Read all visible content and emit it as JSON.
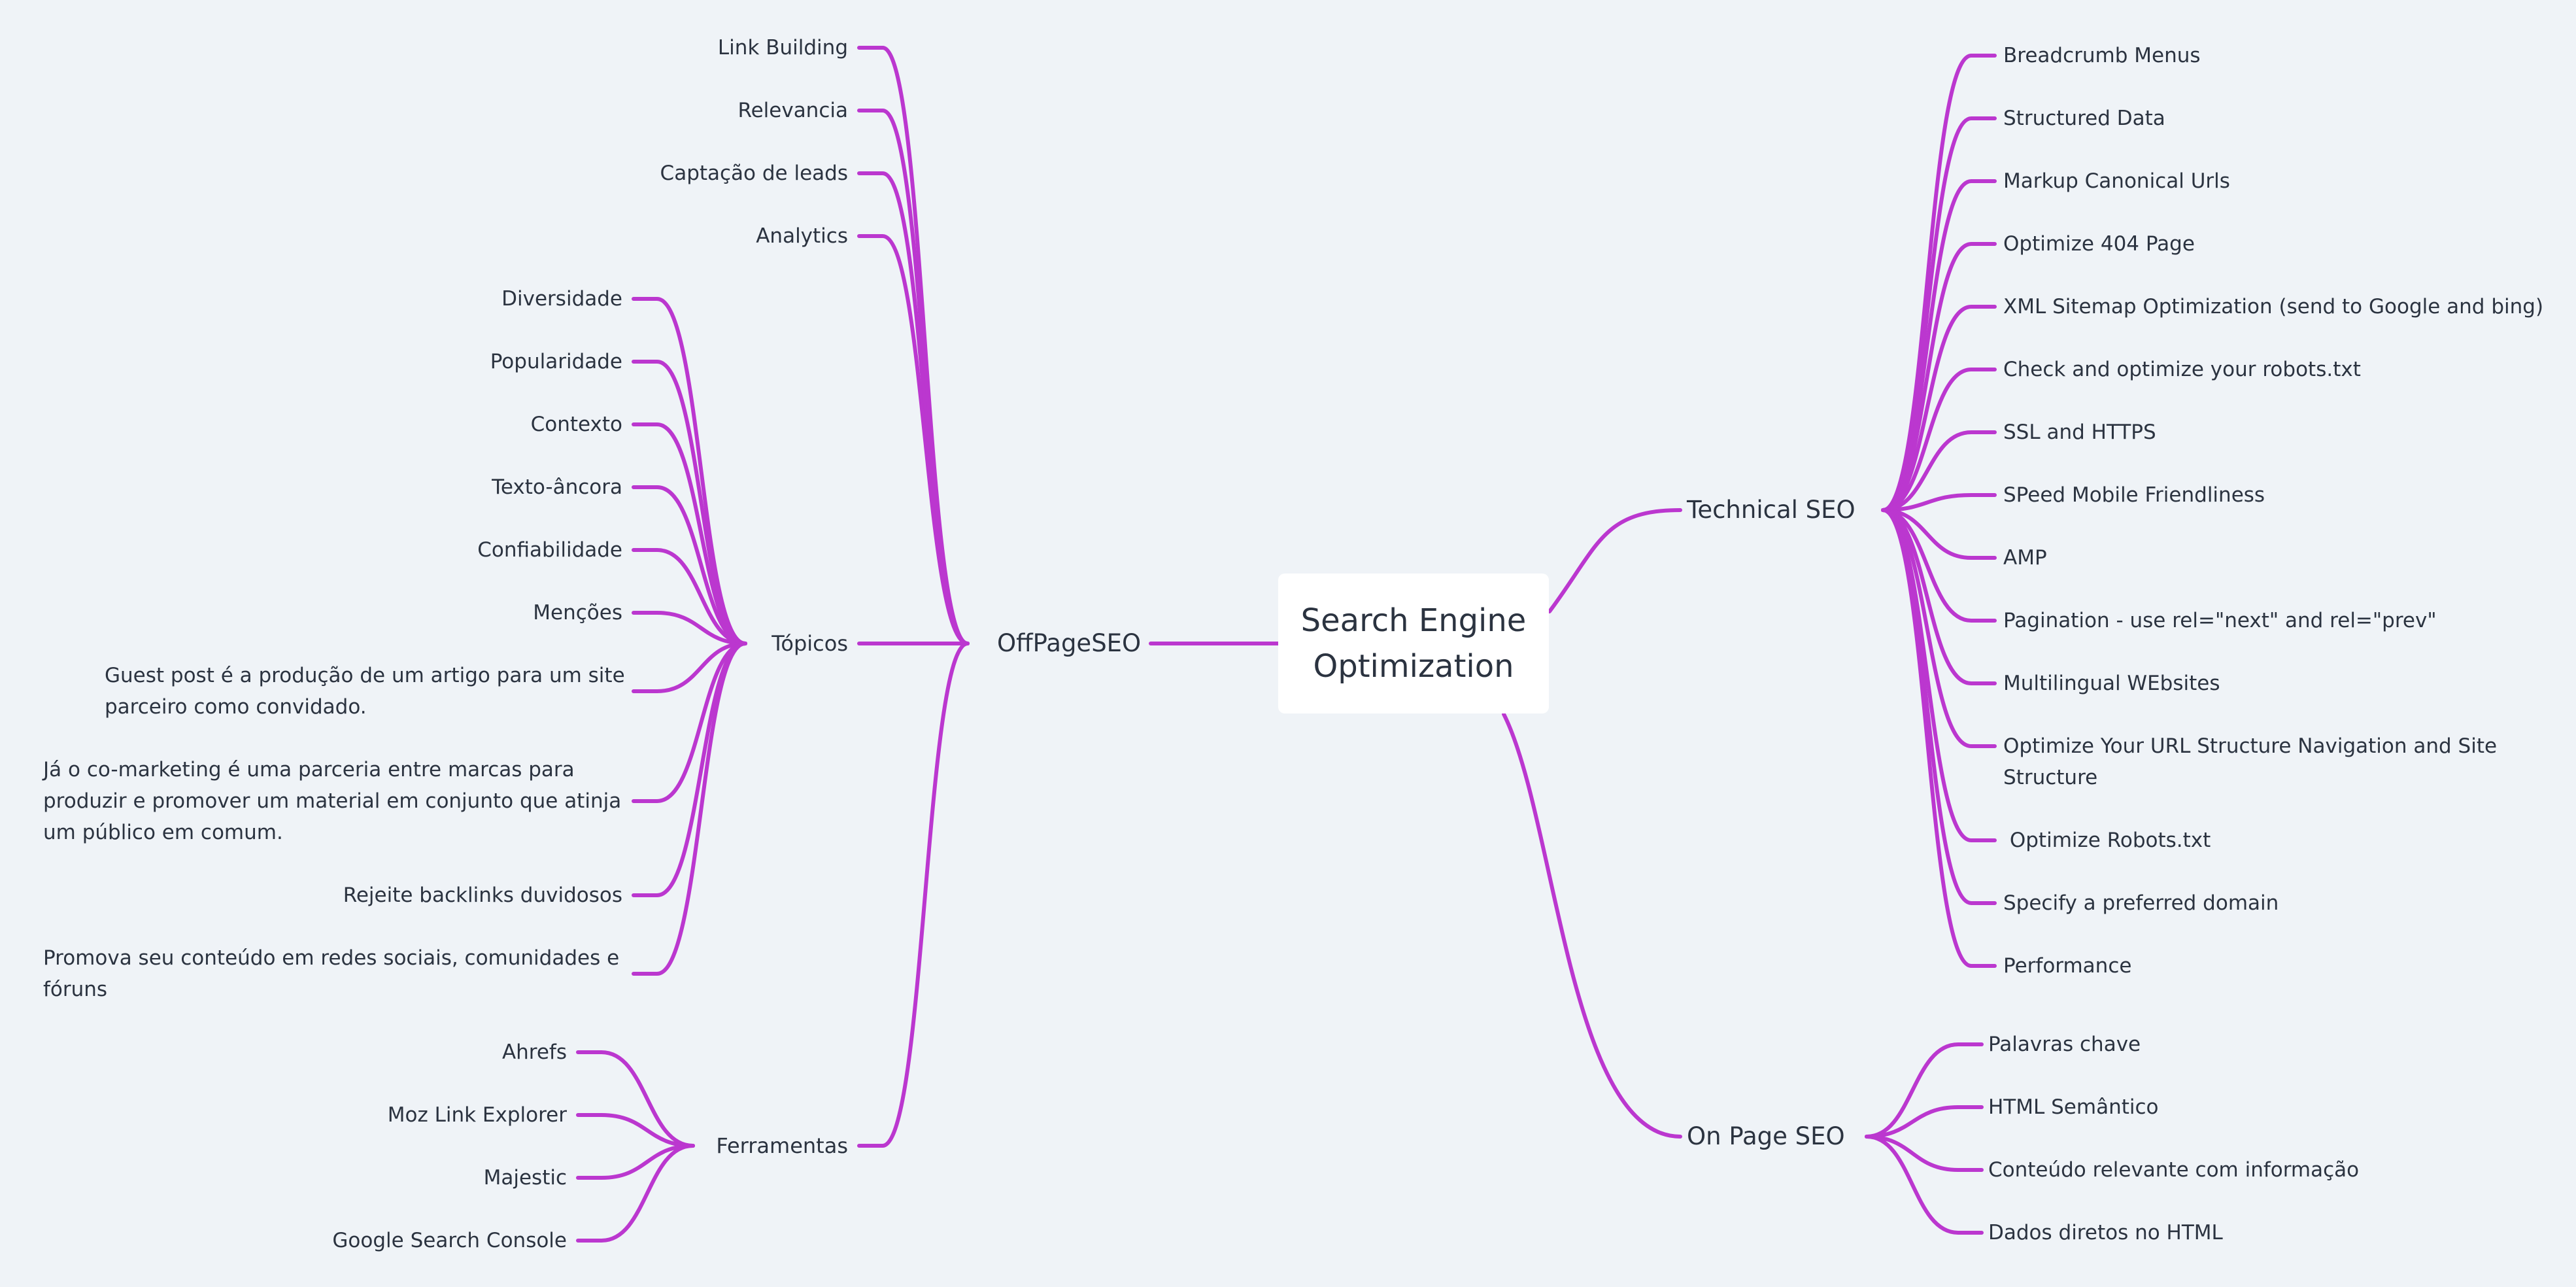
{
  "root": {
    "line1": "Search Engine",
    "line2": "Optimization"
  },
  "branches": {
    "offpage": {
      "label": "OffPageSEO",
      "direct": [
        "Link Building",
        "Relevancia",
        "Captação de leads",
        "Analytics"
      ],
      "topicos": {
        "label": "Tópicos",
        "items": [
          "Diversidade",
          "Popularidade",
          "Contexto",
          "Texto-âncora",
          "Confiabilidade",
          "Menções",
          "Guest post é a produção de um artigo para um site parceiro como convidado.",
          "Já o co-marketing é uma parceria entre marcas para produzir e promover um material em conjunto que atinja um público em comum.",
          "Rejeite backlinks duvidosos",
          "Promova seu conteúdo em redes sociais, comunidades e fóruns"
        ]
      },
      "ferramentas": {
        "label": "Ferramentas",
        "items": [
          "Ahrefs",
          "Moz Link Explorer",
          "Majestic",
          "Google Search Console"
        ]
      }
    },
    "technical": {
      "label": "Technical SEO",
      "items": [
        "Breadcrumb Menus",
        "Structured Data",
        "Markup Canonical Urls",
        "Optimize 404 Page",
        "XML Sitemap Optimization (send to Google and bing)",
        "Check and optimize your robots.txt",
        "SSL and HTTPS",
        "SPeed Mobile Friendliness",
        "AMP",
        "Pagination - use rel=\"next\" and rel=\"prev\"",
        "Multilingual WEbsites",
        "Optimize Your URL Structure Navigation and Site Structure",
        " Optimize Robots.txt",
        "Specify a preferred domain",
        "Performance"
      ]
    },
    "onpage": {
      "label": "On Page SEO",
      "items": [
        "Palavras chave",
        "HTML Semântico",
        "Conteúdo relevante com informação",
        "Dados diretos no HTML"
      ]
    }
  },
  "colors": {
    "connector": "#bb37cf",
    "background": "#eff3f7",
    "root_fill": "#ffffff",
    "text": "#2b3340"
  }
}
